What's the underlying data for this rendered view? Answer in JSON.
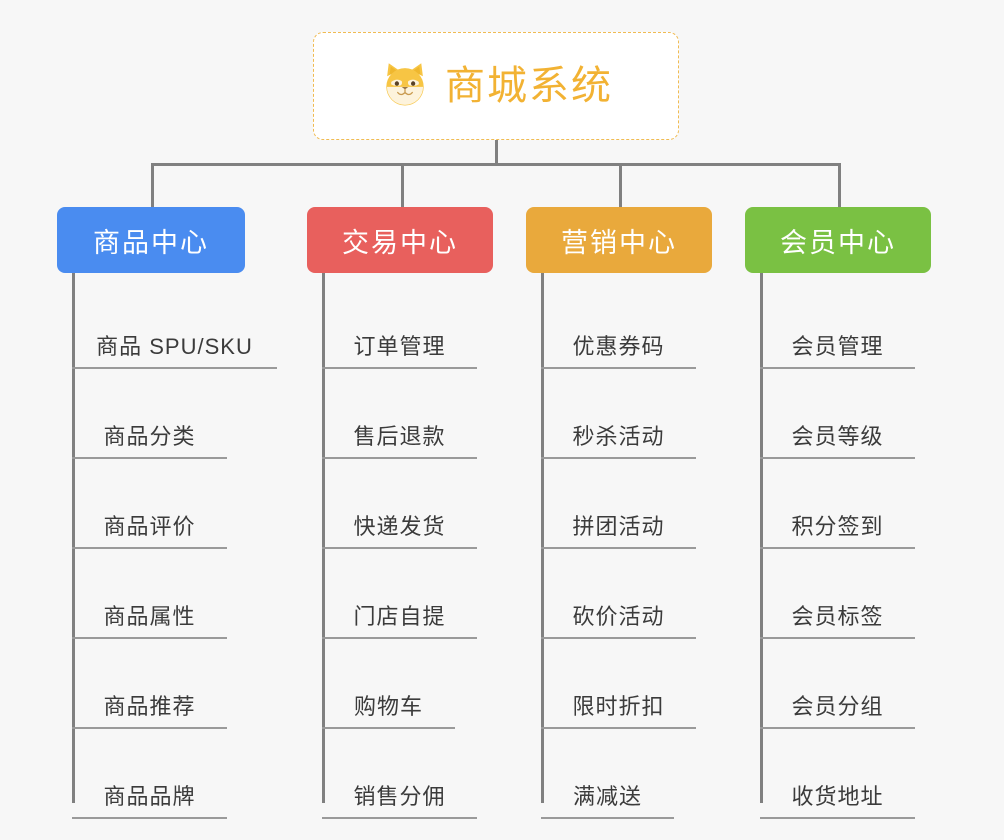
{
  "diagram": {
    "type": "mind-map",
    "background_color": "#f7f7f7",
    "connector_color": "#808080",
    "root": {
      "title": "商城系统",
      "icon": "shiba-dog-face-emoji",
      "text_color": "#f2b233",
      "border_color": "#f0bb52",
      "background_color": "#ffffff"
    },
    "branches": [
      {
        "id": "product-center",
        "title": "商品中心",
        "color": "#4a8cf0",
        "items": [
          "商品 SPU/SKU",
          "商品分类",
          "商品评价",
          "商品属性",
          "商品推荐",
          "商品品牌"
        ]
      },
      {
        "id": "trade-center",
        "title": "交易中心",
        "color": "#e8605d",
        "items": [
          "订单管理",
          "售后退款",
          "快递发货",
          "门店自提",
          "购物车",
          "销售分佣"
        ]
      },
      {
        "id": "marketing-center",
        "title": "营销中心",
        "color": "#e9a93c",
        "items": [
          "优惠券码",
          "秒杀活动",
          "拼团活动",
          "砍价活动",
          "限时折扣",
          "满减送"
        ]
      },
      {
        "id": "member-center",
        "title": "会员中心",
        "color": "#7ac143",
        "items": [
          "会员管理",
          "会员等级",
          "积分签到",
          "会员标签",
          "会员分组",
          "收货地址"
        ]
      }
    ]
  }
}
